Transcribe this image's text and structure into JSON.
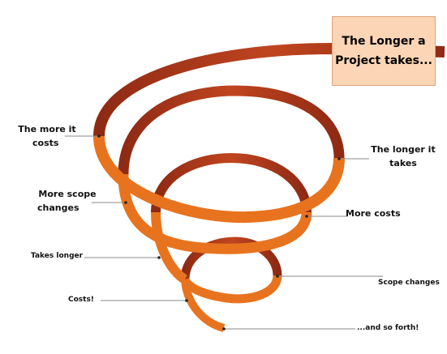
{
  "diagram": {
    "title_line1": "The Longer a",
    "title_line2": "Project takes...",
    "labels": {
      "more_costs_1": "The more it",
      "more_costs_2": "costs",
      "longer_takes_1": "The longer it",
      "longer_takes_2": "takes",
      "scope_1": "More scope",
      "scope_2": "changes",
      "more_costs": "More costs",
      "takes_longer": "Takes longer",
      "scope_changes": "Scope changes",
      "costs": "Costs!",
      "forth": "...and so forth!"
    },
    "colors": {
      "ribbon_front": "#e8731f",
      "ribbon_back": "#c0392b",
      "title_box": "#fbd5b5",
      "leader": "#888888"
    }
  }
}
